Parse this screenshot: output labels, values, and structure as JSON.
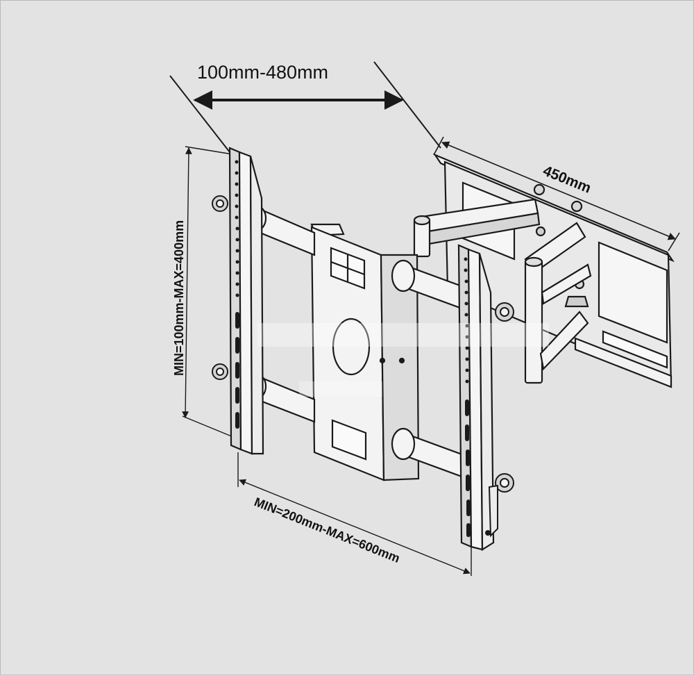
{
  "dimensions": {
    "arm_span": "100mm-480mm",
    "depth": "450mm",
    "vertical_spacing": "MIN=100mm-MAX=400mm",
    "horizontal_spacing": "MIN=200mm-MAX=600mm"
  },
  "colors": {
    "background": "#e3e3e3",
    "line": "#1a1a1a",
    "part_fill": "#f4f4f4",
    "shade_fill": "#cfcfcf",
    "watermark": "#d6485a"
  }
}
